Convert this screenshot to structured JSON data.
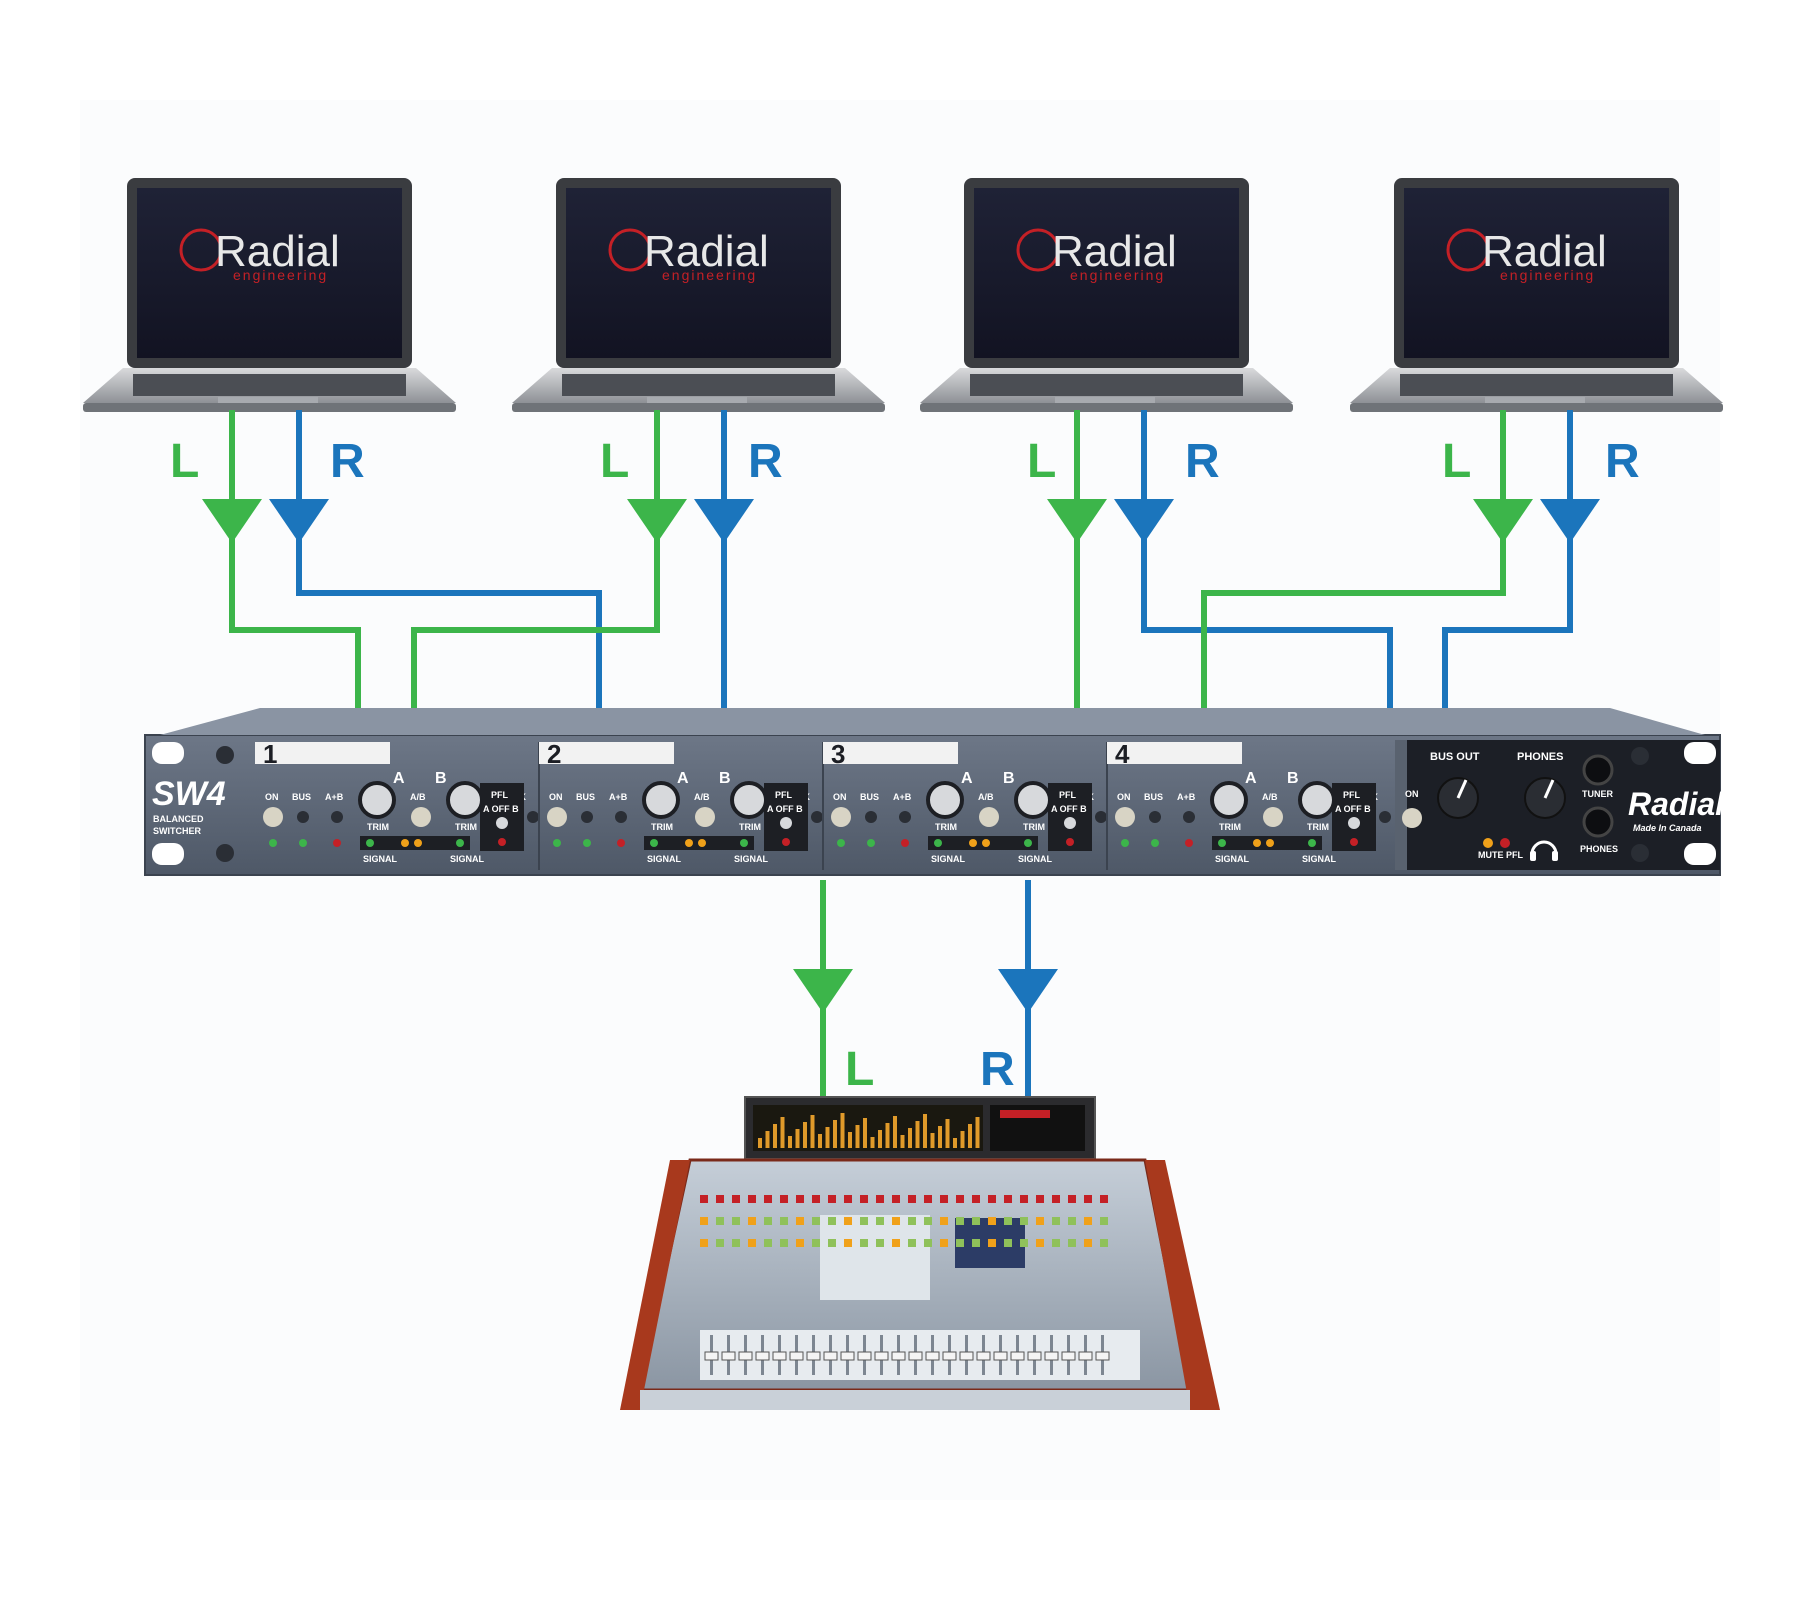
{
  "laptops": [
    {
      "logo": "Radial",
      "logo_sub": "engineering"
    },
    {
      "logo": "Radial",
      "logo_sub": "engineering"
    },
    {
      "logo": "Radial",
      "logo_sub": "engineering"
    },
    {
      "logo": "Radial",
      "logo_sub": "engineering"
    }
  ],
  "channel_labels": {
    "left": "L",
    "right": "R"
  },
  "switcher": {
    "model": "SW4",
    "line1": "BALANCED",
    "line2": "SWITCHER",
    "brand": "Radial",
    "made_in": "Made In Canada",
    "channels": [
      "1",
      "2",
      "3",
      "4"
    ],
    "controls": {
      "on": "ON",
      "bus": "BUS",
      "a_plus_b": "A+B",
      "a_slash_b": "A/B",
      "a": "A",
      "b": "B",
      "trim": "TRIM",
      "signal": "SIGNAL",
      "pfl": "PFL",
      "pfl_switch": "A OFF B",
      "link": "LINK"
    },
    "master": {
      "bus_out": "BUS OUT",
      "phones": "PHONES",
      "tuner": "TUNER",
      "phones_jack": "PHONES",
      "on": "ON",
      "mute": "MUTE",
      "pfl": "PFL"
    }
  },
  "colors": {
    "left_signal": "#3cb54a",
    "right_signal": "#1b75bc",
    "panel": "#5b6676",
    "logo_red": "#c42026"
  },
  "icons": [
    "laptop-icon",
    "arrow-down-icon",
    "mixing-console-icon",
    "headphones-icon"
  ]
}
